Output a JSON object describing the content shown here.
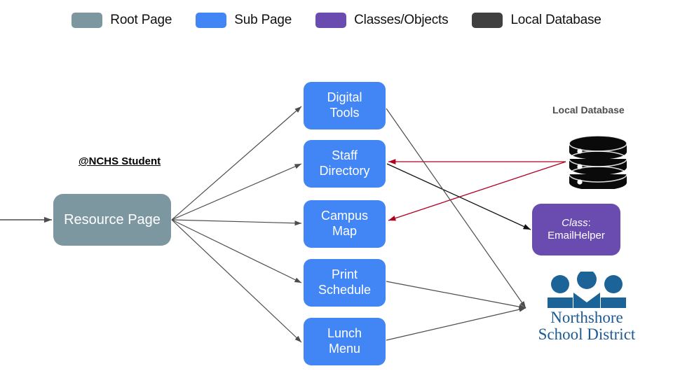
{
  "legend": {
    "items": [
      {
        "label": "Root Page",
        "color": "#7d97a1"
      },
      {
        "label": "Sub Page",
        "color": "#4285f4"
      },
      {
        "label": "Classes/Objects",
        "color": "#6a4cb0"
      },
      {
        "label": "Local Database",
        "color": "#404040"
      }
    ]
  },
  "diagram": {
    "user_label": "@NCHS Student",
    "root": {
      "label": "Resource Page"
    },
    "sub_pages": [
      {
        "label": "Digital\nTools",
        "line1": "Digital",
        "line2": "Tools"
      },
      {
        "label": "Staff\nDirectory",
        "line1": "Staff",
        "line2": "Directory"
      },
      {
        "label": "Campus\nMap",
        "line1": "Campus",
        "line2": "Map"
      },
      {
        "label": "Print\nSchedule",
        "line1": "Print",
        "line2": "Schedule"
      },
      {
        "label": "Lunch\nMenu",
        "line1": "Lunch",
        "line2": "Menu"
      }
    ],
    "database": {
      "caption": "Local Database",
      "icon": "database-icon"
    },
    "class_object": {
      "keyword": "Class",
      "separator": ":",
      "name": "EmailHelper"
    },
    "external_logo": {
      "line1": "Northshore",
      "line2": "School District",
      "color": "#1c5a93"
    },
    "edge_colors": {
      "default": "#4d4d4d",
      "database": "#b00020",
      "class": "#111111"
    }
  }
}
